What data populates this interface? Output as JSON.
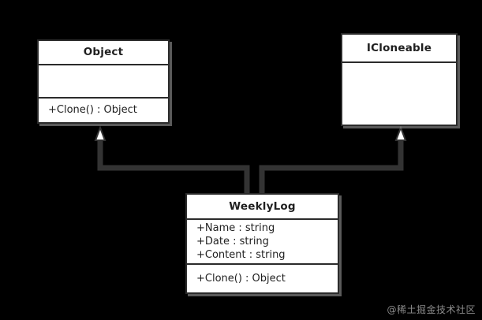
{
  "diagram": {
    "kind": "uml-class-diagram",
    "background_color": "#000000",
    "box_fill_color": "#ffffff",
    "box_border_color": "#2b2b2b",
    "connector_color": "#333333",
    "text_color": "#1f1f1f"
  },
  "classes": {
    "object": {
      "name": "Object",
      "attributes": [],
      "operations": [
        "+Clone() : Object"
      ]
    },
    "icloneable": {
      "name": "ICloneable",
      "attributes": [],
      "operations": []
    },
    "weeklylog": {
      "name": "WeeklyLog",
      "attributes": [
        "+Name : string",
        "+Date : string",
        "+Content : string"
      ],
      "operations": [
        "+Clone() : Object"
      ]
    }
  },
  "relationships": [
    {
      "id": "weeklylog-to-object",
      "type": "generalization",
      "source": "WeeklyLog",
      "target": "Object",
      "arrowhead": "hollow-triangle"
    },
    {
      "id": "weeklylog-to-icloneable",
      "type": "realization",
      "source": "WeeklyLog",
      "target": "ICloneable",
      "arrowhead": "hollow-triangle"
    }
  ],
  "watermark": {
    "text": "@稀土掘金技术社区",
    "color": "#8c8c8c"
  }
}
